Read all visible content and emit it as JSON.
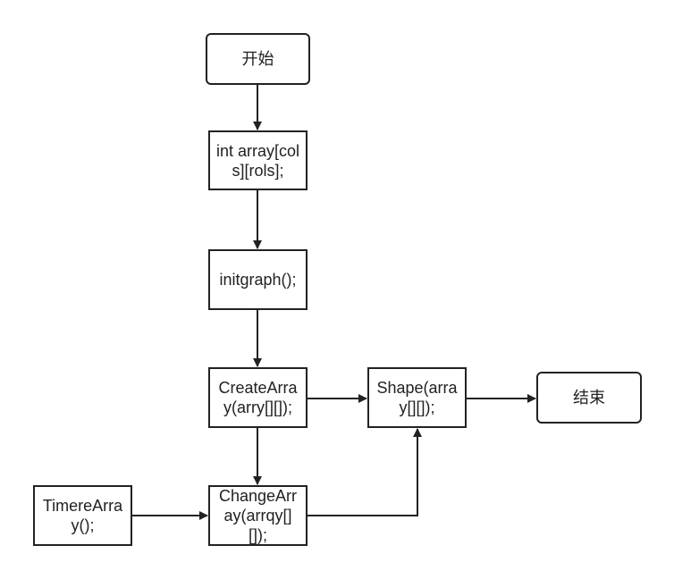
{
  "colors": {
    "stroke": "#222222",
    "fill": "#ffffff",
    "text": "#222222"
  },
  "nodes": {
    "start": "开始",
    "declare": "int array[cols][rols];",
    "initgraph": "initgraph();",
    "create": "CreateArray(arry[][]);",
    "shape": "Shape(array[][]);",
    "end": "结束",
    "change": "ChangeArray(arrqy[][]);",
    "timer": "TimereArray();"
  }
}
